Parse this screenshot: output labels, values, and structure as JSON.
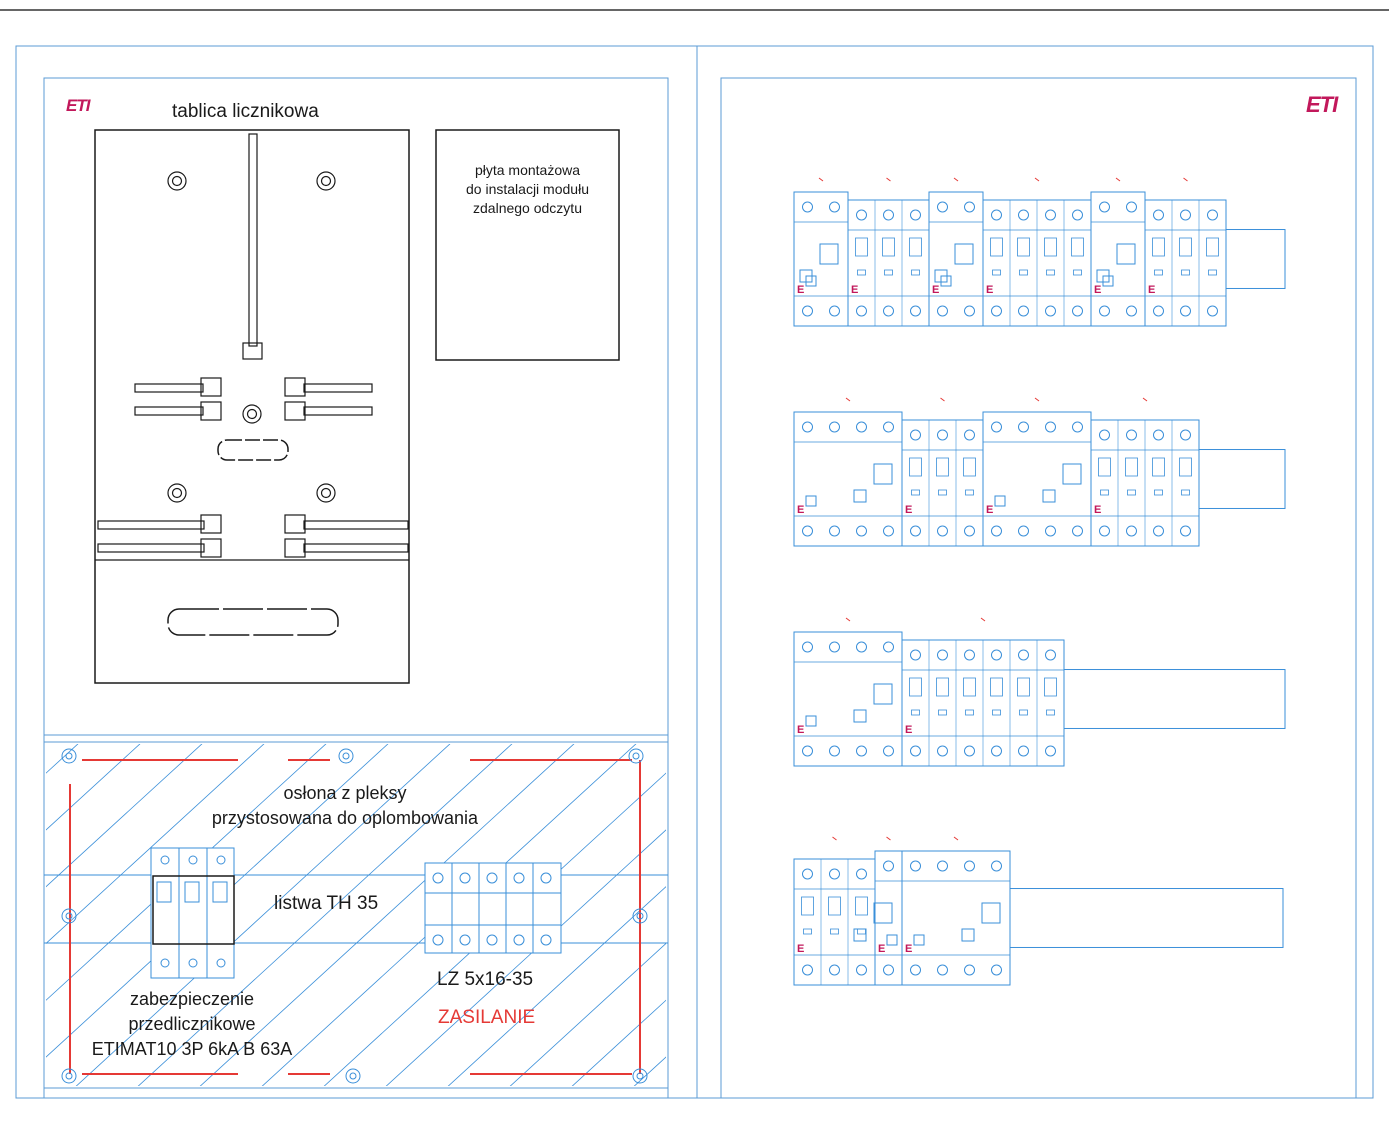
{
  "left_panel": {
    "logo": "ETI",
    "meter_board_title": "tablica licznikowa",
    "mounting_plate_text": [
      "płyta montażowa",
      "do instalacji modułu",
      "zdalnego odczytu"
    ],
    "cover_text": [
      "osłona z pleksy",
      "przystosowana do oplombowania"
    ],
    "din_rail_label": "listwa TH 35",
    "terminal_block_label": "LZ 5x16-35",
    "supply_label": "ZASILANIE",
    "breaker_text": [
      "zabezpieczenie",
      "przedlicznikowe",
      "ETIMAT10 3P 6kA B 63A"
    ]
  },
  "right_panel": {
    "logo": "ETI",
    "device_marker": "E"
  },
  "colors": {
    "cad_blue": "#3a8fd9",
    "frame_blue": "#5b9bd5",
    "red": "#e53935",
    "magenta": "#c2185b",
    "black": "#1a1a1a"
  }
}
